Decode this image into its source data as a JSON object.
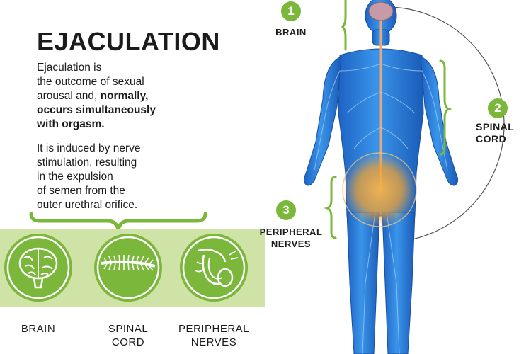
{
  "title": "EJACULATION",
  "paragraph1": {
    "lead_line1": "Ejaculation is",
    "lead_line2": "the outcome of sexual",
    "lead_line3": "arousal and,",
    "bold_word": "normally,",
    "bold_line2": "occurs simultaneously",
    "bold_line3": "with orgasm."
  },
  "paragraph2": {
    "line1": "It is induced by nerve",
    "line2": "stimulation, resulting",
    "line3": "in the expulsion",
    "line4": "of semen from the",
    "line5": "outer urethral orifice."
  },
  "icons": [
    {
      "name": "brain",
      "label_line1": "BRAIN",
      "label_line2": ""
    },
    {
      "name": "spinal-cord",
      "label_line1": "SPINAL",
      "label_line2": "CORD"
    },
    {
      "name": "peripheral-nerves",
      "label_line1": "PERIPHERAL",
      "label_line2": "NERVES"
    }
  ],
  "body_labels": [
    {
      "number": "1",
      "line1": "BRAIN",
      "line2": ""
    },
    {
      "number": "2",
      "line1": "SPINAL",
      "line2": "CORD"
    },
    {
      "number": "3",
      "line1": "PERIPHERAL",
      "line2": "NERVES"
    }
  ],
  "colors": {
    "accent_green": "#7ab73b",
    "light_green": "#cfe3a6",
    "body_blue": "#2a7fd6",
    "glow_orange": "#f0a030"
  }
}
